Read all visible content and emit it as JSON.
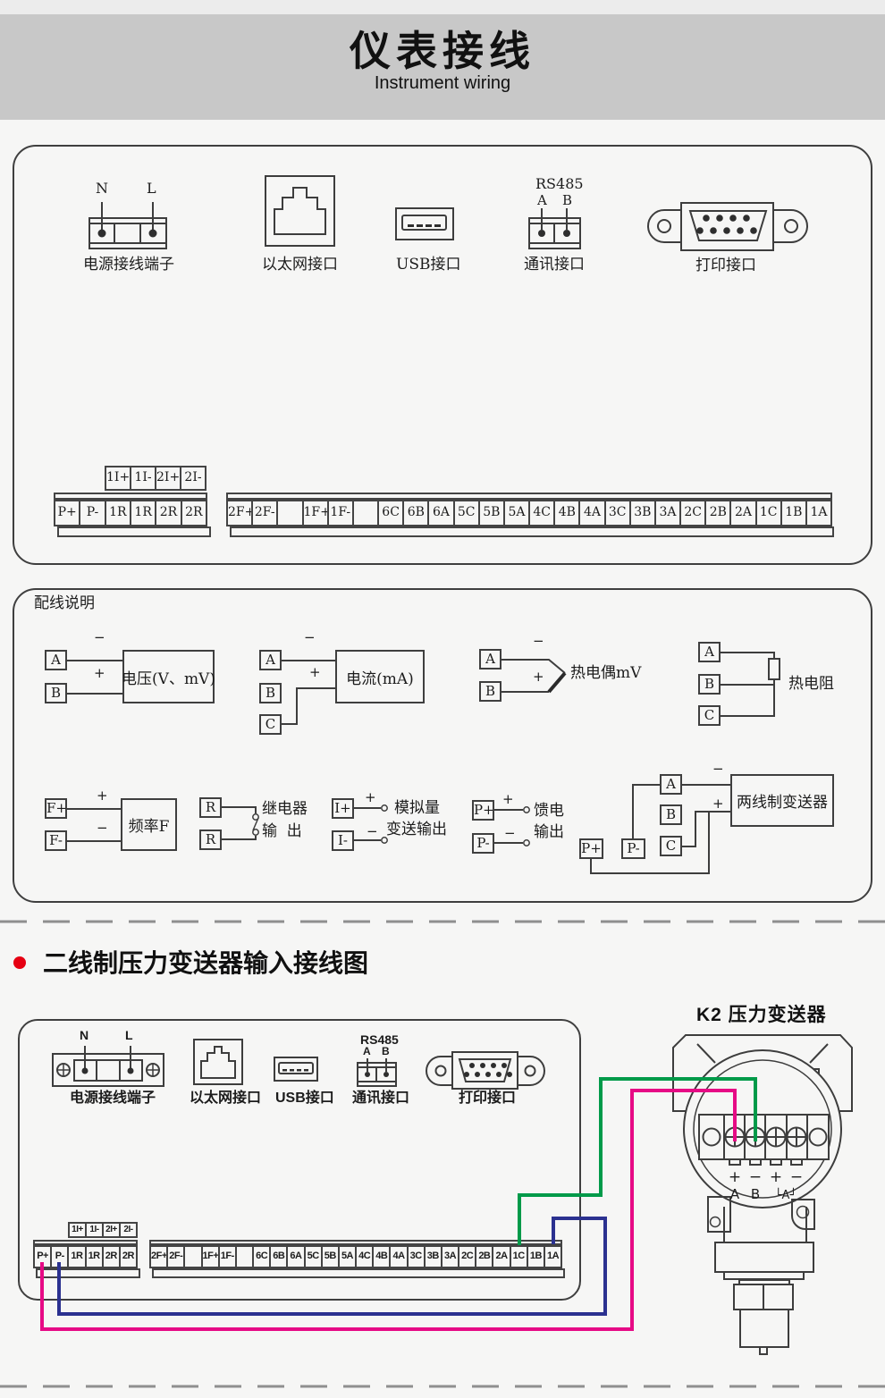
{
  "colors": {
    "wire_green": "#009a49",
    "wire_pink": "#e60a85",
    "wire_blue": "#2b3190",
    "bullet_red": "#e60012"
  },
  "header": {
    "title_cn": "仪表接线",
    "title_en": "Instrument wiring"
  },
  "box1": {
    "power": {
      "n": "N",
      "l": "L",
      "label": "电源接线端子"
    },
    "ethernet": {
      "label": "以太网接口"
    },
    "usb": {
      "label": "USB接口"
    },
    "comm": {
      "title": "RS485",
      "a": "A",
      "b": "B",
      "label": "通讯接口"
    },
    "printer": {
      "label": "打印接口"
    },
    "aux_strip": [
      "1I+",
      "1I-",
      "2I+",
      "2I-"
    ],
    "left_strip": [
      "P+",
      "P-",
      "1R",
      "1R",
      "2R",
      "2R"
    ],
    "right_strip": [
      "2F+",
      "2F-",
      "",
      "1F+",
      "1F-",
      "",
      "6C",
      "6B",
      "6A",
      "5C",
      "5B",
      "5A",
      "4C",
      "4B",
      "4A",
      "3C",
      "3B",
      "3A",
      "2C",
      "2B",
      "2A",
      "1C",
      "1B",
      "1A"
    ]
  },
  "box2": {
    "title": "配线说明",
    "voltage": {
      "a": "A",
      "b": "B",
      "minus": "−",
      "plus": "+",
      "label": "电压(V、mV)"
    },
    "current": {
      "a": "A",
      "b": "B",
      "c": "C",
      "minus": "−",
      "plus": "+",
      "label": "电流(mA)"
    },
    "thermocouple": {
      "a": "A",
      "b": "B",
      "minus": "−",
      "plus": "+",
      "label": "热电偶mV"
    },
    "rtd": {
      "a": "A",
      "b": "B",
      "c": "C",
      "label": "热电阻"
    },
    "frequency": {
      "fp": "F+",
      "fm": "F-",
      "plus": "+",
      "minus": "−",
      "label": "频率F"
    },
    "relay": {
      "r1": "R",
      "r2": "R",
      "label1": "继电器",
      "label2": "输  出"
    },
    "analog": {
      "ip": "I+",
      "im": "I-",
      "plus": "+",
      "minus": "−",
      "label1": "模拟量",
      "label2": "变送输出"
    },
    "feed": {
      "pp": "P+",
      "pm": "P-",
      "plus": "+",
      "minus": "−",
      "label1": "馈电",
      "label2": "输出"
    },
    "transmitter2w": {
      "a": "A",
      "b": "B",
      "c": "C",
      "pp": "P+",
      "pm": "P-",
      "minus": "−",
      "plus": "+",
      "label": "两线制变送器"
    }
  },
  "section": {
    "title": "二线制压力变送器输入接线图"
  },
  "box3": {
    "power": {
      "n": "N",
      "l": "L",
      "label": "电源接线端子"
    },
    "ethernet": {
      "label": "以太网接口"
    },
    "usb": {
      "label": "USB接口"
    },
    "comm": {
      "title": "RS485",
      "a": "A",
      "b": "B",
      "label": "通讯接口"
    },
    "printer": {
      "label": "打印接口"
    },
    "aux_strip": [
      "1I+",
      "1I-",
      "2I+",
      "2I-"
    ],
    "left_strip": [
      "P+",
      "P-",
      "1R",
      "1R",
      "2R",
      "2R"
    ],
    "right_strip": [
      "2F+",
      "2F-",
      "",
      "1F+",
      "1F-",
      "",
      "6C",
      "6B",
      "6A",
      "5C",
      "5B",
      "5A",
      "4C",
      "4B",
      "4A",
      "3C",
      "3B",
      "3A",
      "2C",
      "2B",
      "2A",
      "1C",
      "1B",
      "1A"
    ]
  },
  "k2": {
    "title": "K2 压力变送器",
    "s1": "+",
    "s2": "−",
    "s3": "+",
    "s4": "−",
    "a": "A",
    "b": "B",
    "bracket": "└A┘"
  }
}
